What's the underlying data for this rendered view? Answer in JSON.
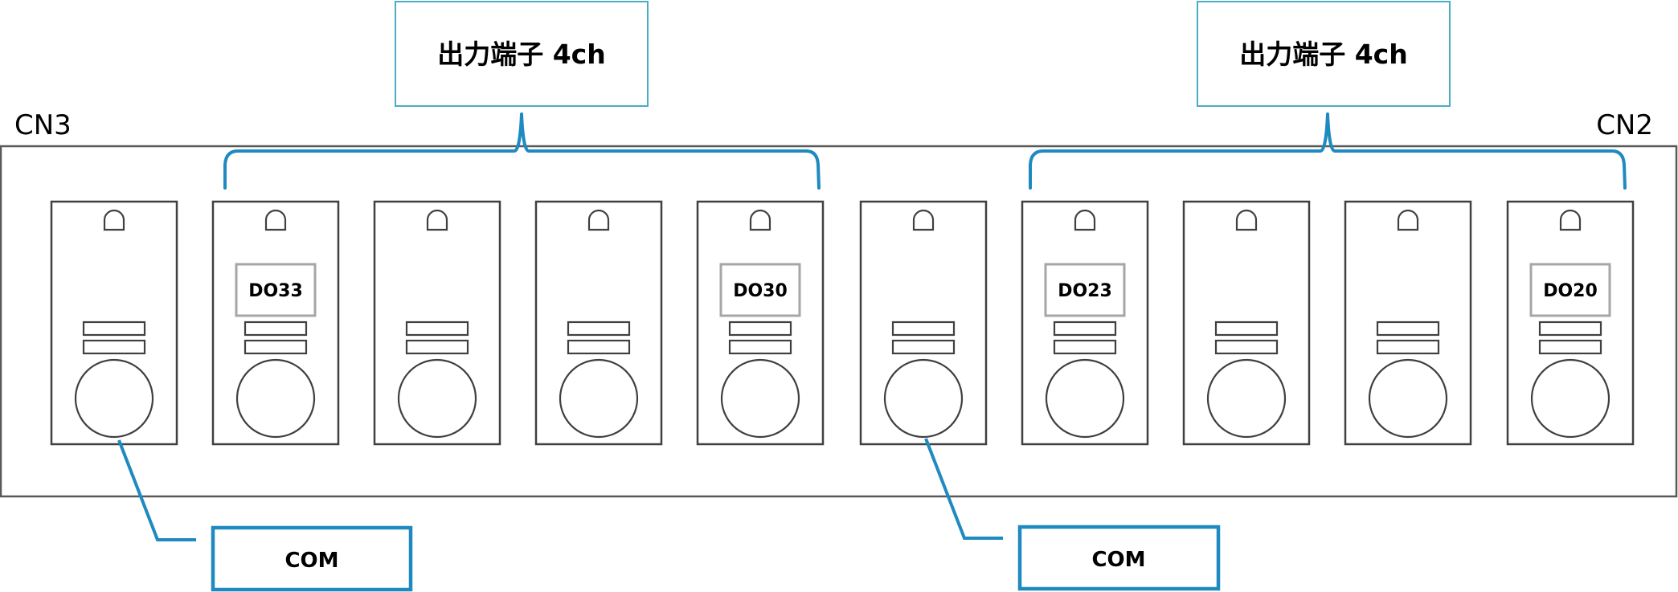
{
  "connectors": {
    "left_label": "CN3",
    "right_label": "CN2"
  },
  "callouts": [
    {
      "label": "出力端子 4ch",
      "group": "CN3 outputs DO33–DO30"
    },
    {
      "label": "出力端子 4ch",
      "group": "CN2 outputs DO23–DO20"
    }
  ],
  "com_labels": [
    {
      "label": "COM"
    },
    {
      "label": "COM"
    }
  ],
  "terminals": [
    {
      "label": "",
      "role": "COM"
    },
    {
      "label": "DO33",
      "role": "output"
    },
    {
      "label": "",
      "role": "output"
    },
    {
      "label": "",
      "role": "output"
    },
    {
      "label": "DO30",
      "role": "output"
    },
    {
      "label": "",
      "role": "COM"
    },
    {
      "label": "DO23",
      "role": "output"
    },
    {
      "label": "",
      "role": "output"
    },
    {
      "label": "",
      "role": "output"
    },
    {
      "label": "DO20",
      "role": "output"
    }
  ],
  "colors": {
    "accent_blue": "#1f8ac0",
    "callout_border": "#4bacc6",
    "outline_gray": "#404040",
    "label_border_gray": "#a6a6a6"
  }
}
